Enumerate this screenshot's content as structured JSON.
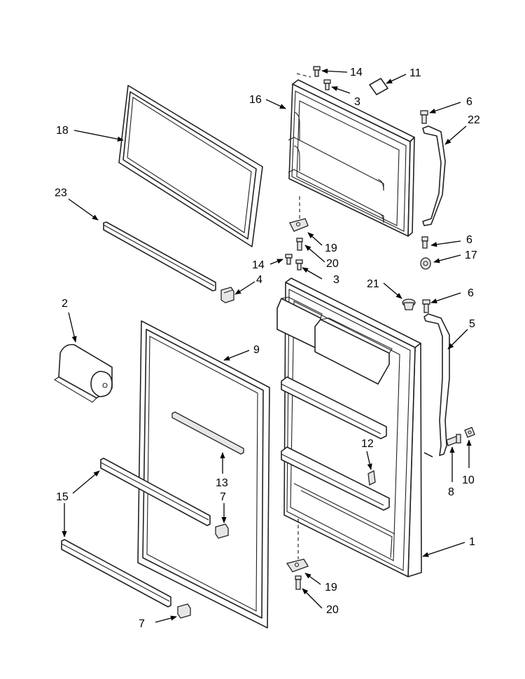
{
  "diagram": {
    "callouts": {
      "c1": "1",
      "c2": "2",
      "c3a": "3",
      "c3b": "3",
      "c4": "4",
      "c5": "5",
      "c6a": "6",
      "c6b": "6",
      "c6c": "6",
      "c7a": "7",
      "c7b": "7",
      "c8": "8",
      "c9": "9",
      "c10": "10",
      "c11": "11",
      "c12": "12",
      "c13": "13",
      "c14a": "14",
      "c14b": "14",
      "c15": "15",
      "c16": "16",
      "c17": "17",
      "c18": "18",
      "c19a": "19",
      "c19b": "19",
      "c20a": "20",
      "c20b": "20",
      "c21": "21",
      "c22": "22",
      "c23": "23"
    }
  }
}
